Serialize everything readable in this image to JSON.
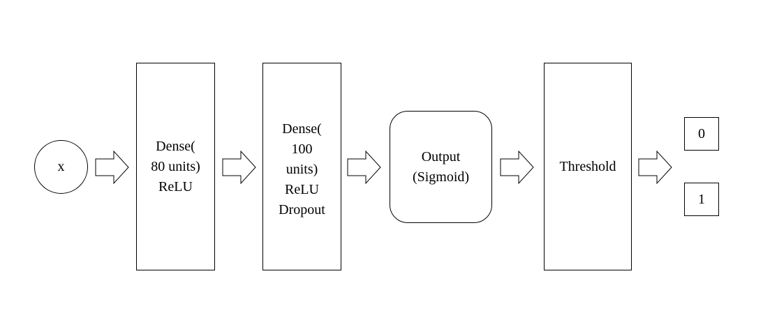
{
  "diagram": {
    "input": {
      "label": "x"
    },
    "layers": [
      {
        "lines": [
          "Dense(",
          "80 units)",
          "ReLU"
        ]
      },
      {
        "lines": [
          "Dense(",
          "100",
          "units)",
          "ReLU",
          "Dropout"
        ]
      },
      {
        "lines": [
          "Output",
          "(Sigmoid)"
        ]
      },
      {
        "lines": [
          "Threshold"
        ]
      }
    ],
    "outputs": [
      "0",
      "1"
    ]
  }
}
